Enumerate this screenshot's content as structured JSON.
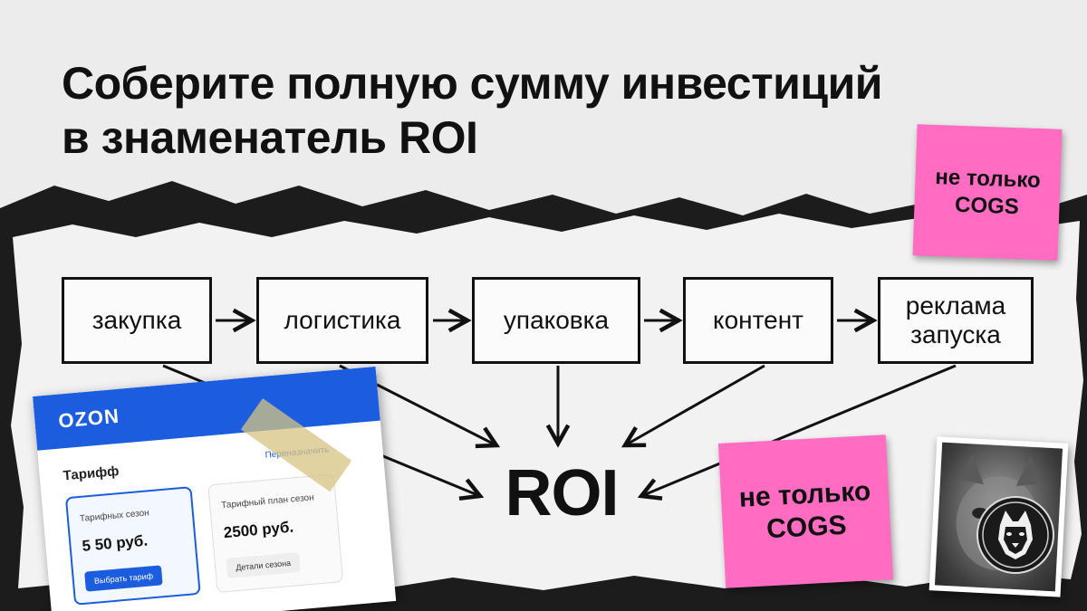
{
  "title": {
    "line1": "Соберите полную сумму инвестиций",
    "line2": "в знаменатель ROI"
  },
  "flow": {
    "steps": [
      {
        "line1": "закупка",
        "line2": ""
      },
      {
        "line1": "логистика",
        "line2": ""
      },
      {
        "line1": "упаковка",
        "line2": ""
      },
      {
        "line1": "контент",
        "line2": ""
      },
      {
        "line1": "реклама",
        "line2": "запуска"
      }
    ],
    "result": "ROI"
  },
  "sticky_notes": [
    {
      "line1": "не только",
      "line2": "COGS"
    },
    {
      "line1": "не только",
      "line2": "COGS"
    }
  ],
  "screenshot": {
    "brand": "OZON",
    "heading": "Тарифф",
    "link": "Переназначить",
    "cards": [
      {
        "name": "Тарифных сезон",
        "price": "5 50 руб.",
        "button": "Выбрать тариф"
      },
      {
        "name": "Тарифный план сезон",
        "price": "2500 руб.",
        "button": "Детали сезона"
      }
    ]
  },
  "icons": {
    "arrow": "arrow-right-icon",
    "dog": "dog-logo-icon"
  },
  "colors": {
    "sticky": "#ff6cc2",
    "brand_blue": "#1b5dde",
    "ink": "#111111"
  }
}
